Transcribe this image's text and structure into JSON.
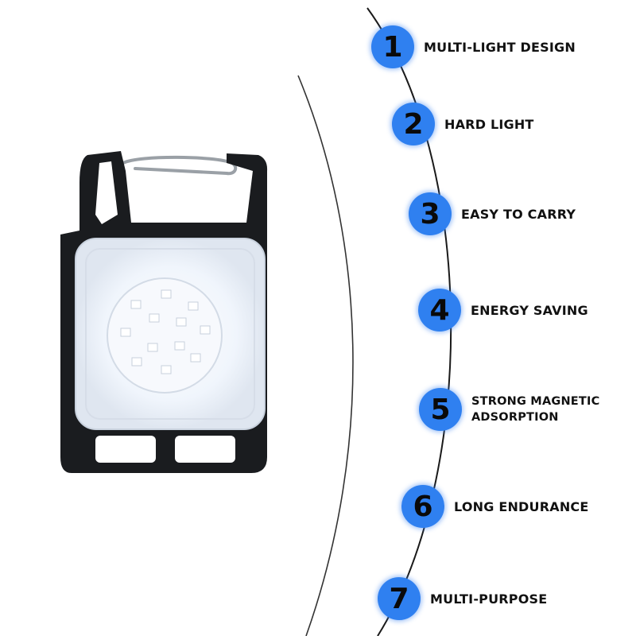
{
  "colors": {
    "badge": "#2f80f0",
    "text": "#111111",
    "device_body": "#1a1c1f",
    "lens": "#eef3fa"
  },
  "features": [
    {
      "number": "1",
      "label": "MULTI-LIGHT DESIGN"
    },
    {
      "number": "2",
      "label": "HARD LIGHT"
    },
    {
      "number": "3",
      "label": "EASY TO CARRY"
    },
    {
      "number": "4",
      "label": "ENERGY SAVING"
    },
    {
      "number": "5",
      "label_lines": [
        "STRONG MAGNETIC",
        "ADSORPTION"
      ]
    },
    {
      "number": "6",
      "label": "LONG ENDURANCE"
    },
    {
      "number": "7",
      "label": "MULTI-PURPOSE"
    }
  ]
}
